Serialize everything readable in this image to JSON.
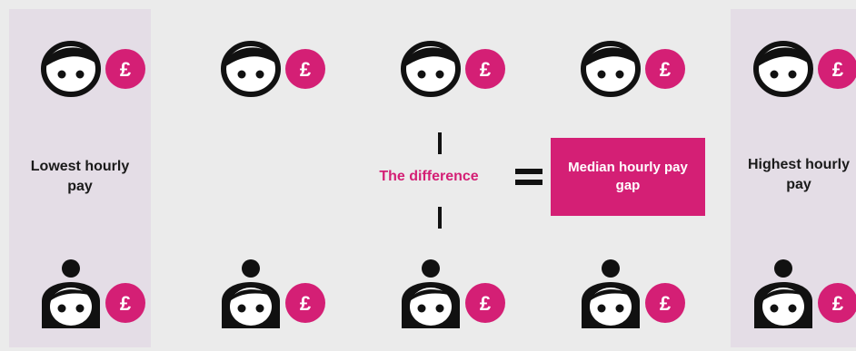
{
  "colors": {
    "background": "#ebebeb",
    "panel": "#e4dde6",
    "accent": "#d41f75",
    "icon": "#111111"
  },
  "icons": {
    "man": "man-face-icon",
    "woman": "woman-face-icon",
    "pound_badge": "pound-coin-icon",
    "pound_symbol": "£"
  },
  "left_label": "Lowest hourly pay",
  "right_label": "Highest hourly pay",
  "difference_label": "The difference",
  "equals": "=",
  "result_box": "Median hourly pay gap"
}
